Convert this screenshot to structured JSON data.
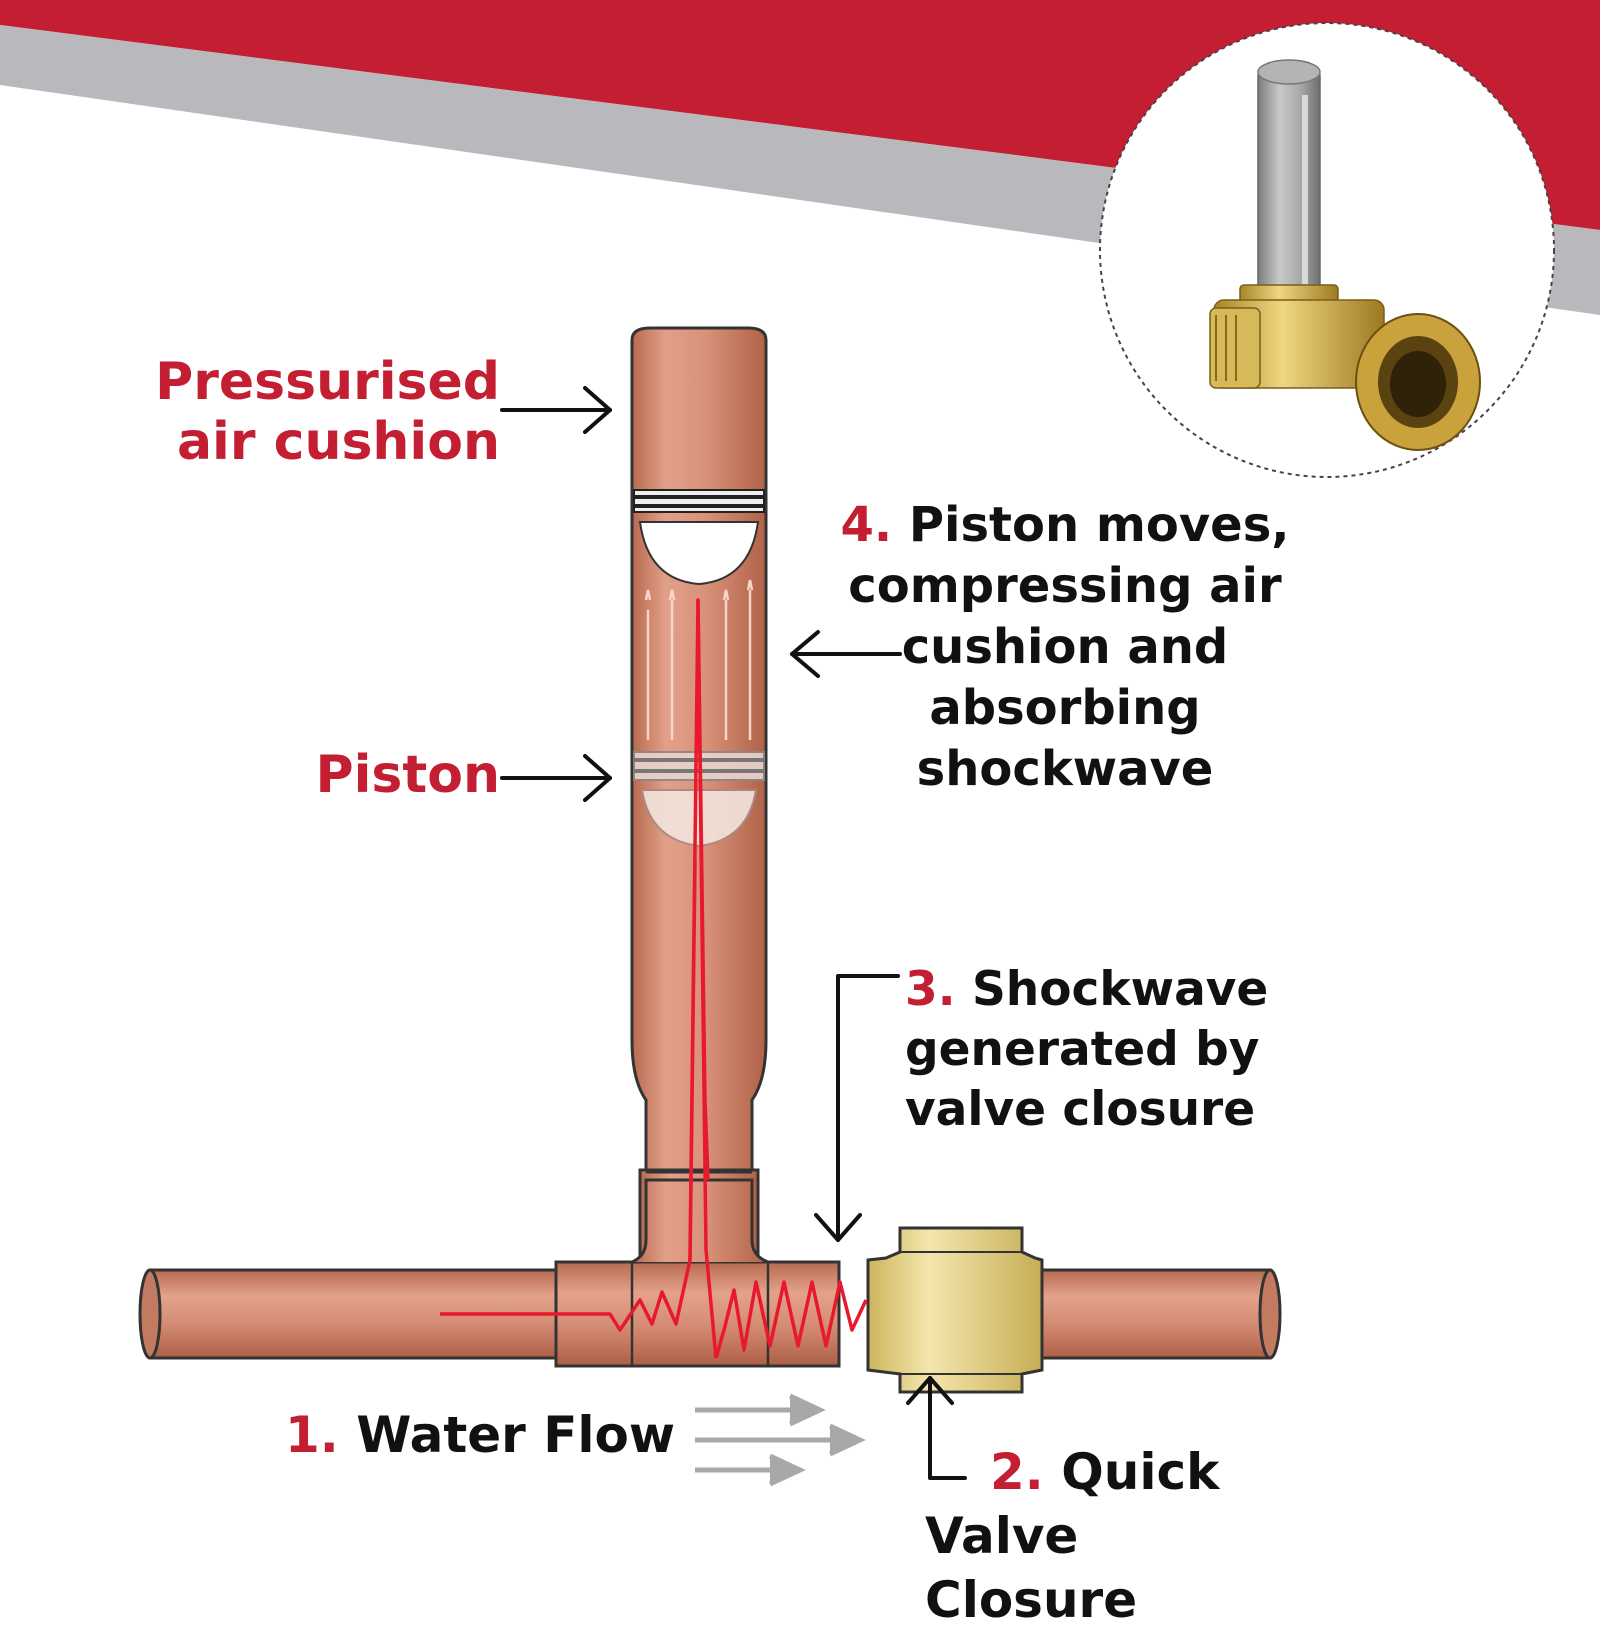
{
  "labels": {
    "air_cushion": [
      "Pressurised",
      "air cushion"
    ],
    "piston": "Piston",
    "step4": {
      "number": "4.",
      "lines": [
        "Piston moves,",
        "compressing air",
        "cushion and",
        "absorbing",
        "shockwave"
      ]
    },
    "step3": {
      "number": "3.",
      "lines": [
        "Shockwave",
        "generated by",
        "valve closure"
      ]
    },
    "step1": {
      "number": "1.",
      "text": "Water Flow"
    },
    "step2": {
      "number": "2.",
      "line1": "Quick",
      "line2": "Valve Closure"
    }
  },
  "colors": {
    "banner_red": "#c41e32",
    "banner_gray": "#b9b9bd",
    "copper": "#d98b6f",
    "brass": "#e7d58c",
    "shockwave_red": "#e8192c",
    "flow_arrow": "#a8a8a8"
  },
  "icons": {
    "product_photo": "water-hammer-arrestor-product"
  }
}
